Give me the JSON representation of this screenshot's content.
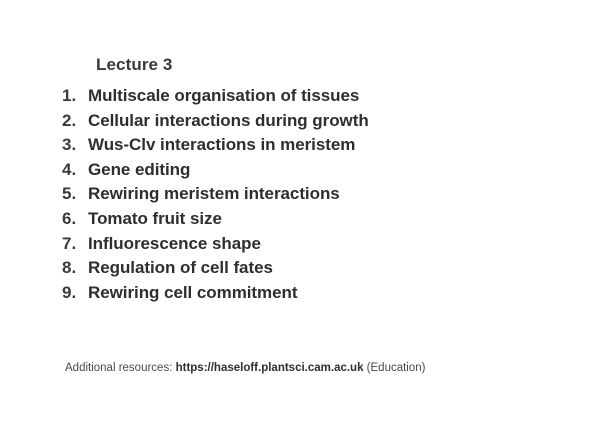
{
  "slide": {
    "title": "Lecture 3",
    "topics": [
      {
        "number": "1.",
        "label": "Multiscale organisation of tissues"
      },
      {
        "number": "2.",
        "label": "Cellular interactions during growth"
      },
      {
        "number": "3.",
        "label": "Wus-Clv interactions in meristem"
      },
      {
        "number": "4.",
        "label": "Gene editing"
      },
      {
        "number": "5.",
        "label": "Rewiring meristem interactions"
      },
      {
        "number": "6.",
        "label": "Tomato fruit size"
      },
      {
        "number": "7.",
        "label": "Influorescence shape"
      },
      {
        "number": "8.",
        "label": "Regulation of cell fates"
      },
      {
        "number": "9.",
        "label": "Rewiring cell commitment"
      }
    ],
    "footer": {
      "prefix": "Additional resources: ",
      "url": "https://haseloff.plantsci.cam.ac.uk",
      "suffix": " (Education)"
    },
    "colors": {
      "background": "#ffffff",
      "title_text": "#3a3a3a",
      "body_text": "#2e2e2e",
      "footer_text": "#4a4a4a"
    }
  }
}
